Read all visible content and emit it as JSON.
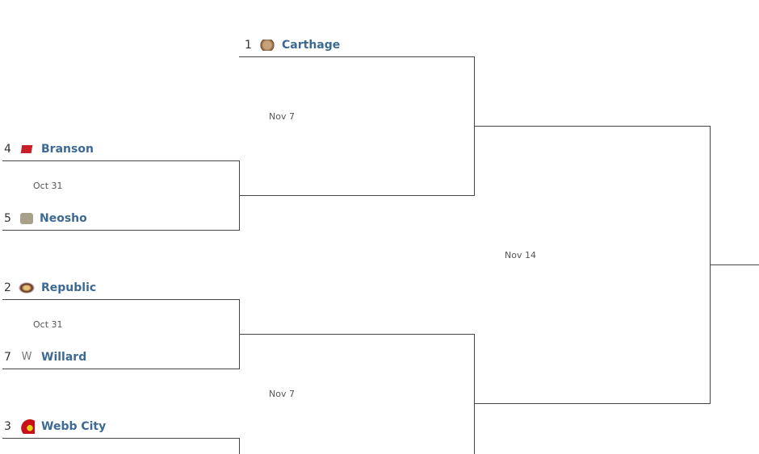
{
  "teams": [
    {
      "seed": "1",
      "name": "Carthage",
      "logo": "carthage-logo"
    },
    {
      "seed": "4",
      "name": "Branson",
      "logo": "branson-logo"
    },
    {
      "seed": "5",
      "name": "Neosho",
      "logo": "neosho-logo"
    },
    {
      "seed": "2",
      "name": "Republic",
      "logo": "republic-logo"
    },
    {
      "seed": "7",
      "name": "Willard",
      "logo": "willard-logo"
    },
    {
      "seed": "3",
      "name": "Webb City",
      "logo": "webb-city-logo"
    }
  ],
  "dates": {
    "semi1": "Nov 7",
    "qf1": "Oct 31",
    "qf2": "Oct 31",
    "semi2": "Nov 7",
    "final": "Nov 14"
  },
  "colors": {
    "link": "#3d6a94",
    "line": "#444444"
  }
}
